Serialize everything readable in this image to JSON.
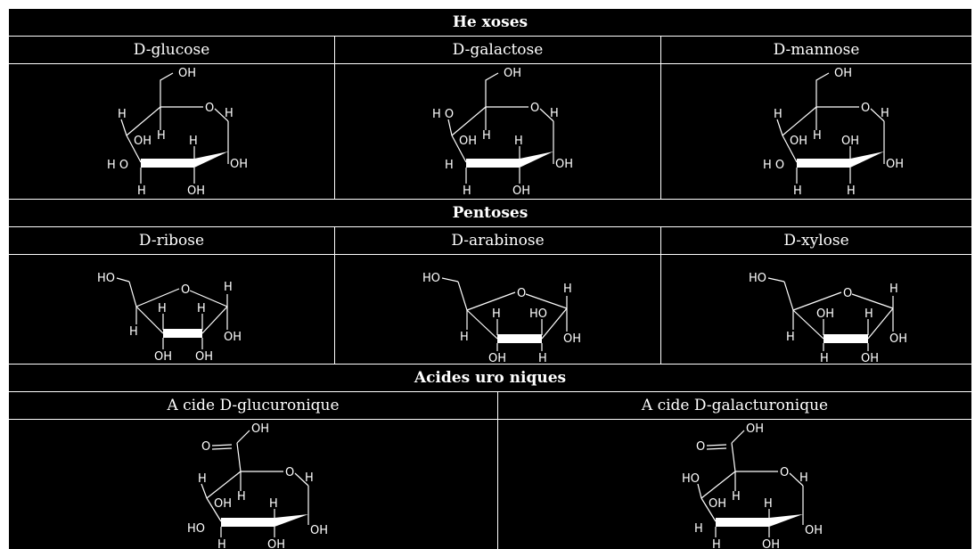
{
  "sections": [
    {
      "title": "He xoses",
      "items": [
        "D-glucose",
        "D-galactose",
        "D-mannose"
      ]
    },
    {
      "title": "Pentoses",
      "items": [
        "D-ribose",
        "D-arabinose",
        "D-xylose"
      ]
    },
    {
      "title": "Acides uro niques",
      "items": [
        "A cide D-glucuronique",
        "A cide D-galacturonique"
      ]
    }
  ],
  "structures": {
    "glucose": {
      "top": "OH",
      "ring_o": "O",
      "c4_up": "H",
      "c5_h": "H",
      "c4_left": "H O",
      "c4_ring_oh": "OH",
      "c3_up": "H",
      "c1_h": "H",
      "c1_oh": "OH",
      "c4_down": "H",
      "c2_down": "OH"
    },
    "galactose": {
      "top": "OH",
      "ring_o": "O",
      "c4_up": "H O",
      "c5_h": "H",
      "c4_left": "H",
      "c4_ring_oh": "OH",
      "c3_up": "H",
      "c1_h": "H",
      "c1_oh": "OH",
      "c4_down": "H",
      "c2_down": "OH"
    },
    "mannose": {
      "top": "OH",
      "ring_o": "O",
      "c4_up": "H",
      "c5_h": "H",
      "c4_left": "H O",
      "c4_ring_oh": "OH",
      "c3_up": "OH",
      "c1_h": "H",
      "c1_oh": "OH",
      "c4_down": "H",
      "c2_down": "H"
    },
    "ribose": {
      "top": "HO",
      "ring_o": "O",
      "c1_h": "H",
      "c4_h": "H",
      "c3_up": "H",
      "c2_up": "H",
      "c1_oh": "OH",
      "c3_down": "OH",
      "c2_down": "OH"
    },
    "arabinose": {
      "top": "HO",
      "ring_o": "O",
      "c1_h": "H",
      "c4_h": "H",
      "c3_up": "H",
      "c2_up": "HO",
      "c1_oh": "OH",
      "c3_down": "OH",
      "c2_down": "H"
    },
    "xylose": {
      "top": "HO",
      "ring_o": "O",
      "c1_h": "H",
      "c4_h": "H",
      "c3_up": "OH",
      "c2_up": "H",
      "c1_oh": "OH",
      "c3_down": "H",
      "c2_down": "OH"
    },
    "glucuronic": {
      "cooh_oh": "OH",
      "cooh_o": "O",
      "ring_o": "O",
      "c4_up": "H",
      "c5_h": "H",
      "c4_left": "HO",
      "c4_ring_oh": "OH",
      "c3_up": "H",
      "c1_h": "H",
      "c1_oh": "OH",
      "c4_down": "H",
      "c2_down": "OH"
    },
    "galacturonic": {
      "cooh_oh": "OH",
      "cooh_o": "O",
      "ring_o": "O",
      "c4_up": "HO",
      "c5_h": "H",
      "c4_left": "H",
      "c4_ring_oh": "OH",
      "c3_up": "H",
      "c1_h": "H",
      "c1_oh": "OH",
      "c4_down": "H",
      "c2_down": "OH"
    }
  }
}
